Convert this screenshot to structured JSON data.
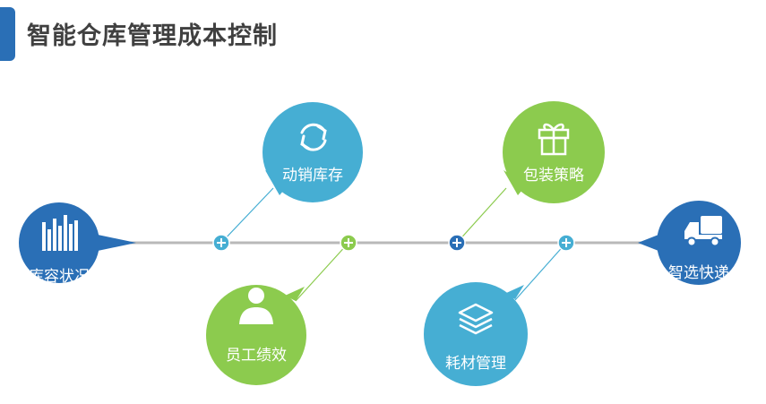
{
  "title": "智能仓库管理成本控制",
  "colors": {
    "accent_dark_blue": "#2a6fb6",
    "light_blue": "#46aed3",
    "green": "#8ccb4e",
    "timeline": "#b9b9b9"
  },
  "nodes": {
    "inventory_status": {
      "label": "库容状况",
      "icon": "bar-chart-icon"
    },
    "dynamic_inventory": {
      "label": "动销库存",
      "icon": "refresh-icon"
    },
    "staff_performance": {
      "label": "员工绩效",
      "icon": "person-icon"
    },
    "packaging_strategy": {
      "label": "包装策略",
      "icon": "gift-box-icon"
    },
    "consumables_management": {
      "label": "耗材管理",
      "icon": "layers-icon"
    },
    "smart_express": {
      "label": "智选快递",
      "icon": "truck-icon"
    }
  }
}
